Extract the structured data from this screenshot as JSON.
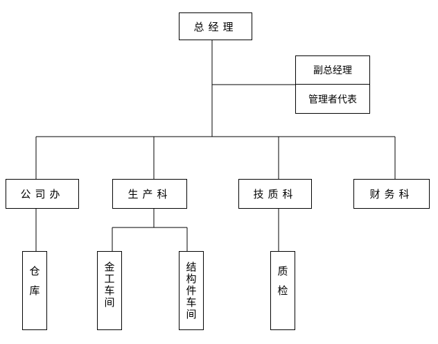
{
  "chart": {
    "top": "总经理",
    "deputy": "副总经理",
    "mgmt_rep": "管理者代表",
    "depts": {
      "office": "公司办",
      "production": "生产科",
      "tech_quality": "技质科",
      "finance": "财务科"
    },
    "units": {
      "warehouse": "仓库",
      "metalwork": "金工车间",
      "structure": "结构件车间",
      "inspection": "质检"
    }
  }
}
